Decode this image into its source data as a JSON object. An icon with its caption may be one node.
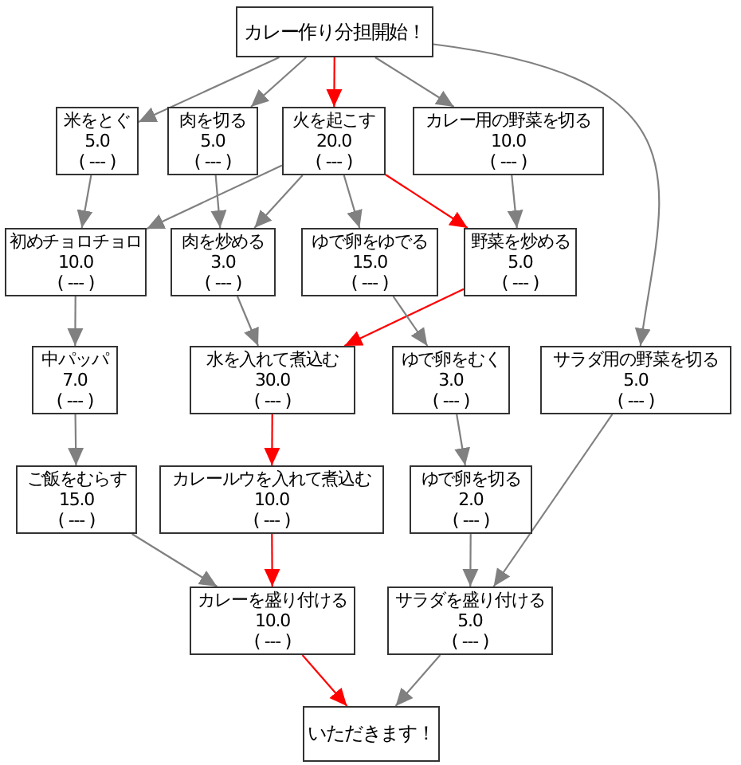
{
  "diagram": {
    "nodes": [
      {
        "text": [
          "カレー作り分担開始！"
        ]
      },
      {
        "text": [
          "米をとぐ",
          "5.0",
          "( --- )"
        ]
      },
      {
        "text": [
          "肉を切る",
          "5.0",
          "( --- )"
        ]
      },
      {
        "text": [
          "火を起こす",
          "20.0",
          "( --- )"
        ]
      },
      {
        "text": [
          "カレー用の野菜を切る",
          "10.0",
          "( --- )"
        ]
      },
      {
        "text": [
          "初めチョロチョロ",
          "10.0",
          "( --- )"
        ]
      },
      {
        "text": [
          "肉を炒める",
          "3.0",
          "( --- )"
        ]
      },
      {
        "text": [
          "ゆで卵をゆでる",
          "15.0",
          "( --- )"
        ]
      },
      {
        "text": [
          "野菜を炒める",
          "5.0",
          "( --- )"
        ]
      },
      {
        "text": [
          "中パッパ",
          "7.0",
          "( --- )"
        ]
      },
      {
        "text": [
          "水を入れて煮込む",
          "30.0",
          "( --- )"
        ]
      },
      {
        "text": [
          "ゆで卵をむく",
          "3.0",
          "( --- )"
        ]
      },
      {
        "text": [
          "サラダ用の野菜を切る",
          "5.0",
          "( --- )"
        ]
      },
      {
        "text": [
          "ご飯をむらす",
          "15.0",
          "( --- )"
        ]
      },
      {
        "text": [
          "カレールウを入れて煮込む",
          "10.0",
          "( --- )"
        ]
      },
      {
        "text": [
          "ゆで卵を切る",
          "2.0",
          "( --- )"
        ]
      },
      {
        "text": [
          "カレーを盛り付ける",
          "10.0",
          "( --- )"
        ]
      },
      {
        "text": [
          "サラダを盛り付ける",
          "5.0",
          "( --- )"
        ]
      },
      {
        "text": [
          "いただきます！"
        ]
      }
    ],
    "edges": [
      {
        "from": 0,
        "to": 1,
        "arrow": "to"
      },
      {
        "from": 0,
        "to": 2,
        "arrow": "to"
      },
      {
        "from": 0,
        "to": 3,
        "arrow": "to",
        "color": "#ff0000"
      },
      {
        "from": 0,
        "to": 4,
        "arrow": "to"
      },
      {
        "from": 0,
        "to": 12,
        "arrow": "to"
      },
      {
        "from": 1,
        "to": 5,
        "arrow": "to"
      },
      {
        "from": 2,
        "to": 6,
        "arrow": "to"
      },
      {
        "from": 3,
        "to": 5,
        "arrow": "to"
      },
      {
        "from": 3,
        "to": 6,
        "arrow": "to"
      },
      {
        "from": 3,
        "to": 7,
        "arrow": "to"
      },
      {
        "from": 3,
        "to": 8,
        "arrow": "to",
        "color": "#ff0000"
      },
      {
        "from": 4,
        "to": 8,
        "arrow": "to"
      },
      {
        "from": 5,
        "to": 9,
        "arrow": "to"
      },
      {
        "from": 6,
        "to": 10,
        "arrow": "to"
      },
      {
        "from": 8,
        "to": 10,
        "arrow": "to",
        "color": "#ff0000"
      },
      {
        "from": 7,
        "to": 11,
        "arrow": "to"
      },
      {
        "from": 9,
        "to": 13,
        "arrow": "to"
      },
      {
        "from": 10,
        "to": 14,
        "arrow": "to",
        "color": "#ff0000"
      },
      {
        "from": 11,
        "to": 15,
        "arrow": "to"
      },
      {
        "from": 12,
        "to": 17,
        "arrow": "to"
      },
      {
        "from": 13,
        "to": 16,
        "arrow": "to"
      },
      {
        "from": 14,
        "to": 16,
        "arrow": "to",
        "color": "#ff0000"
      },
      {
        "from": 15,
        "to": 17,
        "arrow": "to"
      },
      {
        "from": 16,
        "to": 18,
        "arrow": "to",
        "color": "#ff0000"
      },
      {
        "from": 17,
        "to": 18,
        "arrow": "to"
      }
    ]
  }
}
